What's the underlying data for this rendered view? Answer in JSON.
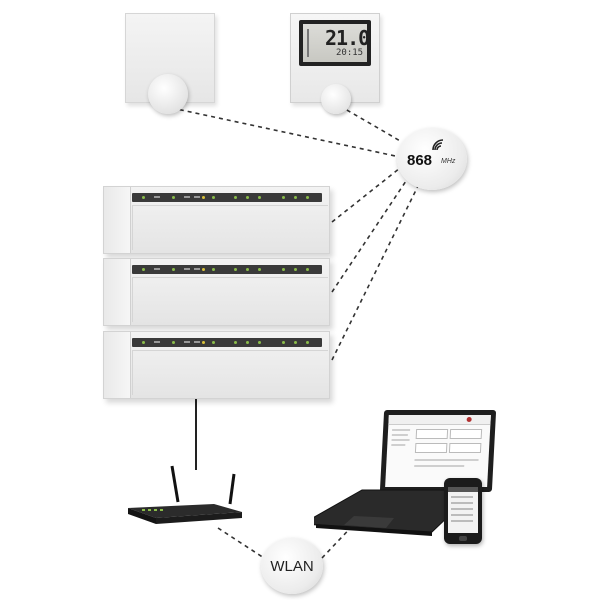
{
  "thermostat_digital": {
    "temperature": "21.0",
    "time": "20:15"
  },
  "radio_badge": {
    "frequency": "868",
    "unit": "MHz"
  },
  "wlan_badge": {
    "label": "WLAN"
  },
  "colors": {
    "led_green": "#8bbd4a",
    "led_yellow": "#d9c23a",
    "badge_text": "#111111",
    "dashed_line": "#333333"
  },
  "icons": [
    "radio-waves-icon",
    "router-antenna-icon"
  ]
}
